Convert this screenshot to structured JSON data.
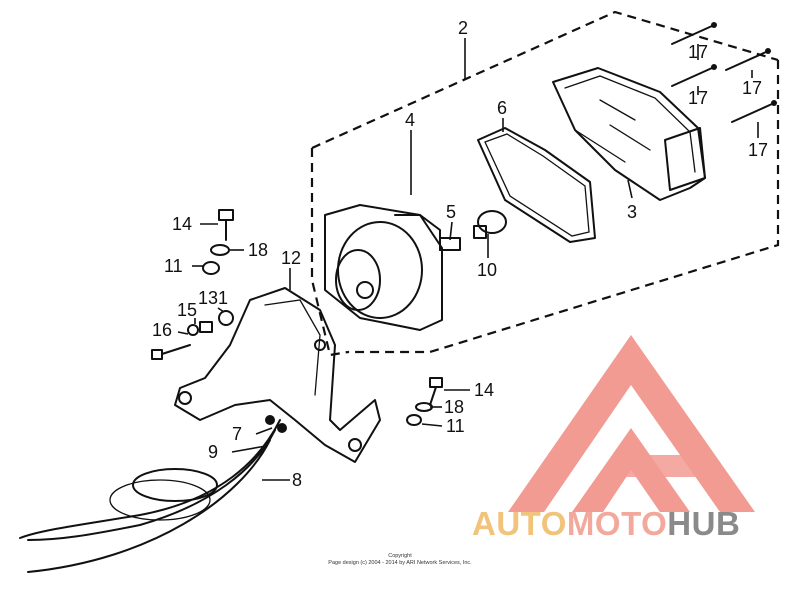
{
  "diagram": {
    "callouts": [
      "2",
      "4",
      "6",
      "5",
      "10",
      "3",
      "17",
      "17",
      "17",
      "17",
      "14",
      "18",
      "11",
      "12",
      "15",
      "131",
      "16",
      "7",
      "9",
      "8",
      "14",
      "18",
      "11"
    ]
  },
  "copyright": {
    "line1": "Copyright",
    "line2": "Page design (c) 2004 - 2014 by ARI Network Services, Inc."
  },
  "logo": {
    "part1": "AUTO",
    "part2": "MOTO",
    "part3": "HUB",
    "colors": {
      "part1": "#f2c37a",
      "part2": "#f2a99c",
      "part3": "#8a8a8a",
      "mark": "#f08a80"
    }
  }
}
